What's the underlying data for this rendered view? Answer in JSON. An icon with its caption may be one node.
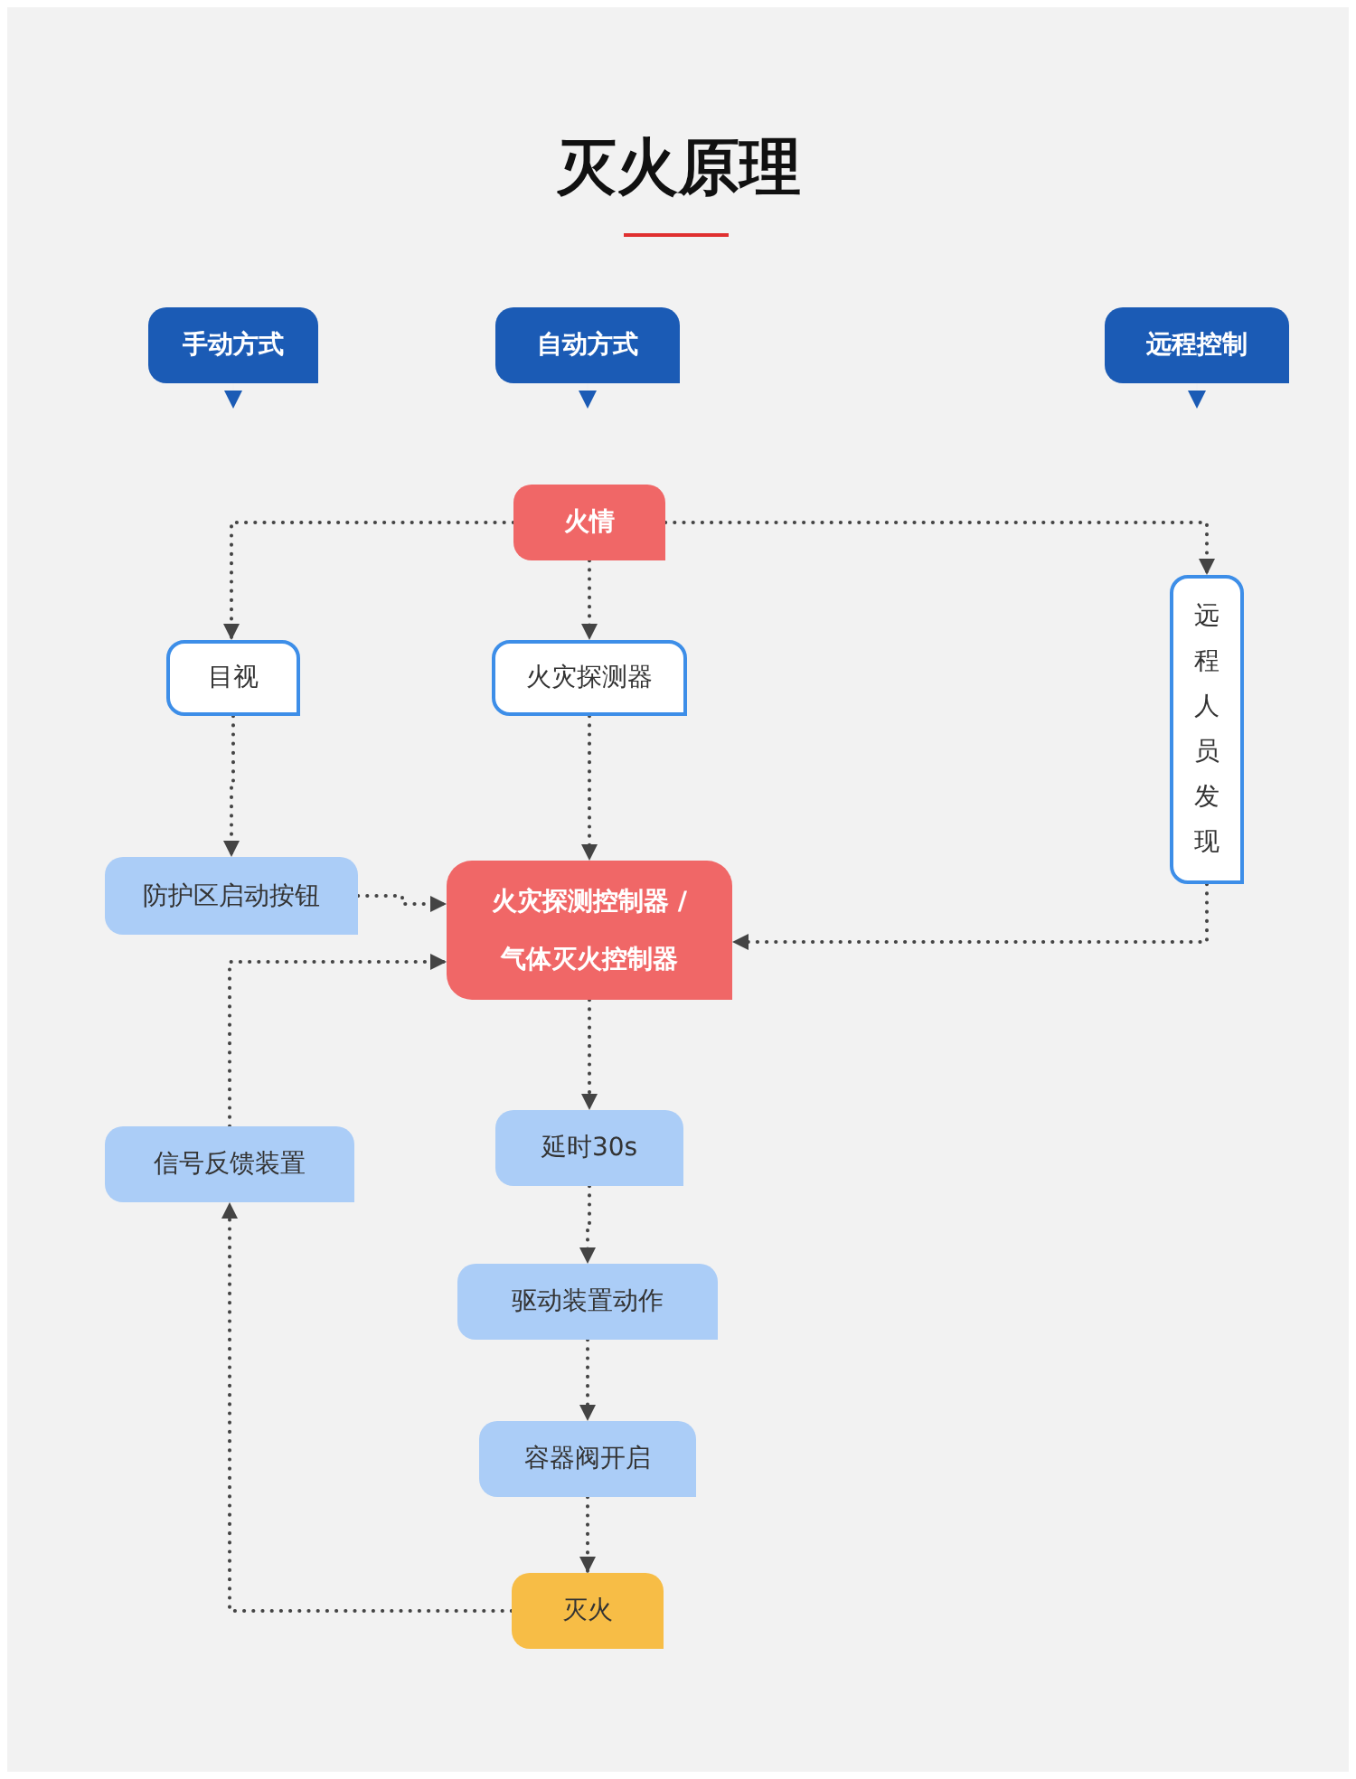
{
  "diagram": {
    "title": "灭火原理",
    "nodes": [
      {
        "text": [
          "手动方式"
        ]
      },
      {
        "text": [
          "自动方式"
        ]
      },
      {
        "text": [
          "远程控制"
        ]
      },
      {
        "text": [
          "火情"
        ]
      },
      {
        "text": [
          "目视"
        ]
      },
      {
        "text": [
          "火灾探测器"
        ]
      },
      {
        "text": [
          "远程人员发现"
        ]
      },
      {
        "text": [
          "防护区启动按钮"
        ]
      },
      {
        "text": [
          "火灾探测控制器 / 气体灭火控制器"
        ]
      },
      {
        "text": [
          "信号反馈装置"
        ]
      },
      {
        "text": [
          "延时30s"
        ]
      },
      {
        "text": [
          "驱动装置动作"
        ]
      },
      {
        "text": [
          "容器阀开启"
        ]
      },
      {
        "text": [
          "灭火"
        ]
      }
    ],
    "edges": [
      {
        "from": 0,
        "to": null,
        "arrow": "to",
        "color": "#1b5bb5"
      },
      {
        "from": 1,
        "to": null,
        "arrow": "to",
        "color": "#1b5bb5"
      },
      {
        "from": 2,
        "to": null,
        "arrow": "to",
        "color": "#1b5bb5"
      },
      {
        "from": 3,
        "to": 4,
        "arrow": "to",
        "style": "dashed"
      },
      {
        "from": 3,
        "to": 5,
        "arrow": "to",
        "style": "dashed"
      },
      {
        "from": 3,
        "to": 6,
        "arrow": "to",
        "style": "dashed"
      },
      {
        "from": 4,
        "to": 7,
        "arrow": "to",
        "style": "dashed"
      },
      {
        "from": 5,
        "to": 8,
        "arrow": "to",
        "style": "dashed"
      },
      {
        "from": 7,
        "to": 8,
        "arrow": "to",
        "style": "dashed"
      },
      {
        "from": 6,
        "to": 8,
        "arrow": "to",
        "style": "dashed"
      },
      {
        "from": 9,
        "to": 8,
        "arrow": "to",
        "style": "dashed"
      },
      {
        "from": 8,
        "to": 10,
        "arrow": "to",
        "style": "dashed"
      },
      {
        "from": 10,
        "to": 11,
        "arrow": "to",
        "style": "dashed"
      },
      {
        "from": 11,
        "to": 12,
        "arrow": "to",
        "style": "dashed"
      },
      {
        "from": 12,
        "to": 13,
        "arrow": "to",
        "style": "dashed"
      },
      {
        "from": 13,
        "to": 9,
        "arrow": "to",
        "style": "dashed"
      }
    ]
  }
}
